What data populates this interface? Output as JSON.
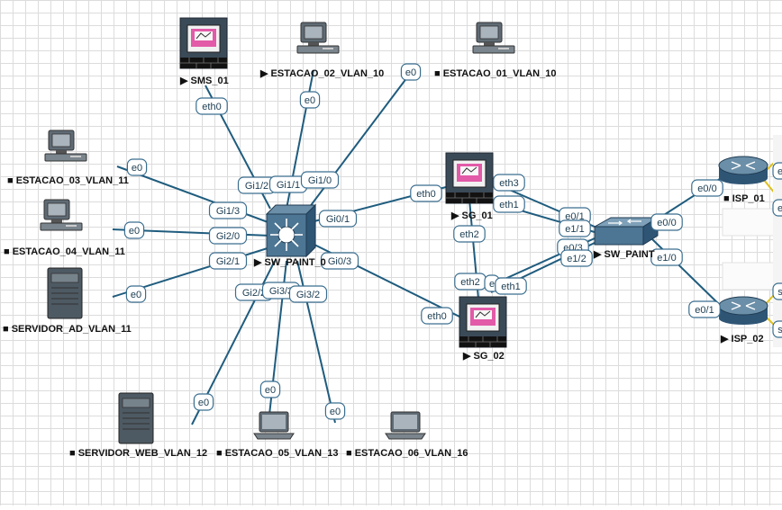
{
  "nodes": {
    "sms_01": {
      "label": "SMS_01"
    },
    "estacao_02": {
      "label": "ESTACAO_02_VLAN_10"
    },
    "estacao_01": {
      "label": "ESTACAO_01_VLAN_10"
    },
    "estacao_03": {
      "label": "ESTACAO_03_VLAN_11"
    },
    "estacao_04": {
      "label": "ESTACAO_04_VLAN_11"
    },
    "servidor_ad": {
      "label": "SERVIDOR_AD_VLAN_11"
    },
    "sw_paint_0": {
      "label": "SW_PAINT_0"
    },
    "sg_01": {
      "label": "SG_01"
    },
    "sg_02": {
      "label": "SG_02"
    },
    "sw_paint": {
      "label": "SW_PAINT"
    },
    "isp_01": {
      "label": "ISP_01"
    },
    "isp_02": {
      "label": "ISP_02"
    },
    "servidor_web": {
      "label": "SERVIDOR_WEB_VLAN_12"
    },
    "estacao_05": {
      "label": "ESTACAO_05_VLAN_13"
    },
    "estacao_06": {
      "label": "ESTACAO_06_VLAN_16"
    }
  },
  "ports": {
    "sms_eth0": "eth0",
    "sw_gi1_2": "Gi1/2",
    "est02_e0": "e0",
    "sw_gi1_1": "Gi1/1",
    "est01_e0": "e0",
    "sw_gi1_0": "Gi1/0",
    "est03_e0": "e0",
    "sw_gi1_3": "Gi1/3",
    "est04_e0": "e0",
    "sw_gi2_0": "Gi2/0",
    "ad_e0": "e0",
    "sw_gi2_1": "Gi2/1",
    "sw_gi0_1": "Gi0/1",
    "sg01_eth0": "eth0",
    "sw_gi0_3": "Gi0/3",
    "sg02_eth0": "eth0",
    "sw_gi2_2": "Gi2/2",
    "web_e0": "e0",
    "sw_gi3_3": "Gi3/3",
    "est05_e0": "e0",
    "sw_gi3_2": "Gi3/2",
    "est06_e0": "e0",
    "sg01_eth3": "eth3",
    "sg01_eth1": "eth1",
    "sg01_eth2": "eth2",
    "sg02_eth2": "eth2",
    "sg02_e": "e",
    "sg02_eth1": "eth1",
    "swp_e0_1": "e0/1",
    "swp_e1_1": "e1/1",
    "swp_e0_3": "e0/3",
    "swp_e1_2": "e1/2",
    "swp_e0_0": "e0/0",
    "swp_e1_0": "e1/0",
    "isp01_e0_0": "e0/0",
    "isp02_e0_1": "e0/1",
    "isp01_r1": "e",
    "isp01_r2": "e",
    "isp02_r1": "s",
    "isp02_r2": "s"
  },
  "colors": {
    "link": "#1f5c7e",
    "side_link": "#e0c020",
    "device_dark": "#3d4f5e",
    "device_screen": "#d44fa0",
    "firewall_brick": "#1a1a1a",
    "router": "#3f6c8a",
    "switch": "#4d7694"
  },
  "icons": {
    "device_marker": "play-triangle-icon",
    "pc_marker": "square-bullet-icon"
  }
}
